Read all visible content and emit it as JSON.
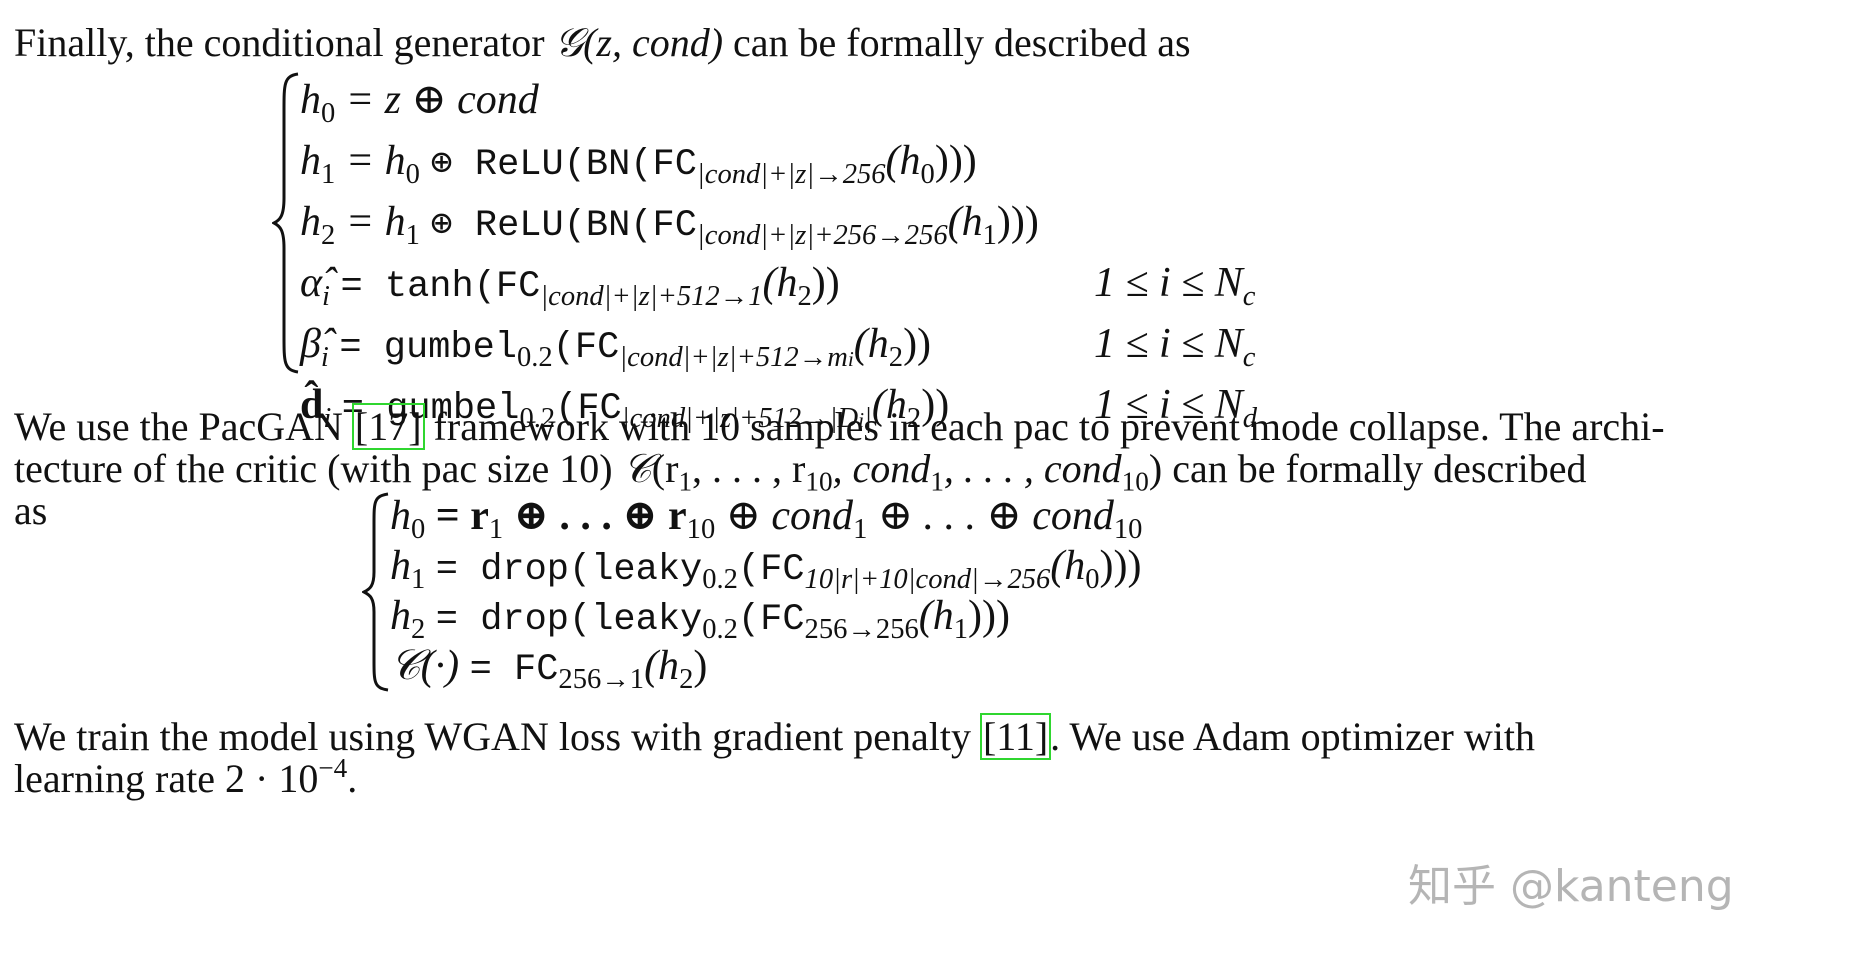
{
  "para1": {
    "text_before": "Finally, the conditional generator",
    "gen_symbol": "𝒢",
    "gen_args": "(z, cond)",
    "text_after": "can be formally described as"
  },
  "generator_equations": [
    {
      "lhs": "h",
      "lhs_sub": "0",
      "rhs": "= z ⊕ cond",
      "cond": ""
    },
    {
      "lhs": "h",
      "lhs_sub": "1",
      "rhs_pre": "= h",
      "rhs_pre_sub": "0",
      "func": "⊕ ReLU(BN(FC",
      "fc_sub": "|cond|+|z|→256",
      "tail": "(h",
      "tail_sub": "0",
      "tail_end": ")))",
      "cond": ""
    },
    {
      "lhs": "h",
      "lhs_sub": "2",
      "rhs_pre": "= h",
      "rhs_pre_sub": "1",
      "func": "⊕ ReLU(BN(FC",
      "fc_sub": "|cond|+|z|+256→256",
      "tail": "(h",
      "tail_sub": "1",
      "tail_end": ")))",
      "cond": ""
    },
    {
      "lhs": "α̂",
      "lhs_sub": "i",
      "func": "= tanh(FC",
      "fc_sub": "|cond|+|z|+512→1",
      "tail": "(h",
      "tail_sub": "2",
      "tail_end": "))",
      "cond": "1 ≤ i ≤ N",
      "cond_sub": "c"
    },
    {
      "lhs": "β̂",
      "lhs_sub": "i",
      "func": "= gumbel",
      "func_sub": "0.2",
      "func2": "(FC",
      "fc_sub": "|cond|+|z|+512→m",
      "fc_sub_sub": "i",
      "tail": "(h",
      "tail_sub": "2",
      "tail_end": "))",
      "cond": "1 ≤ i ≤ N",
      "cond_sub": "c"
    },
    {
      "lhs": "d̂",
      "lhs_sub": "i",
      "func": "= gumbel",
      "func_sub": "0.2",
      "func2": "(FC",
      "fc_sub": "|cond|+|z|+512→|D",
      "fc_sub_sub": "i",
      "fc_sub_end": "|",
      "tail": "(h",
      "tail_sub": "2",
      "tail_end": "))",
      "cond": "1 ≤ i ≤ N",
      "cond_sub": "d"
    }
  ],
  "para2": {
    "line1_a": "We use the PacGAN",
    "cite": "[17]",
    "line1_b": "framework with 10 samples in each pac to prevent mode collapse. The archi-",
    "line2_a": "tecture of the critic (with pac size 10)",
    "critic_symbol": "𝒞",
    "critic_args_a": "(r",
    "critic_args_b": ", . . . , r",
    "critic_args_c": ", cond",
    "critic_args_d": ", . . . , cond",
    "critic_args_e": ")",
    "sub_1": "1",
    "sub_10": "10",
    "line2_b": "can be formally described",
    "line3": "as"
  },
  "critic_equations": [
    {
      "lhs": "h",
      "lhs_sub": "0",
      "r1": "= r",
      "r1_sub": "1",
      "mid": "⊕ . . . ⊕ r",
      "mid_sub": "10",
      "c1": "⊕ cond",
      "c1_sub": "1",
      "c2": "⊕ . . . ⊕ cond",
      "c2_sub": "10"
    },
    {
      "lhs": "h",
      "lhs_sub": "1",
      "func": "= drop(leaky",
      "func_sub": "0.2",
      "func2": "(FC",
      "fc_sub": "10|r|+10|cond|→256",
      "tail": "(h",
      "tail_sub": "0",
      "tail_end": ")))"
    },
    {
      "lhs": "h",
      "lhs_sub": "2",
      "func": "= drop(leaky",
      "func_sub": "0.2",
      "func2": "(FC",
      "fc_sub": "256→256",
      "tail": "(h",
      "tail_sub": "1",
      "tail_end": ")))"
    },
    {
      "lhs": "𝒞(·)",
      "func": "= FC",
      "fc_sub": "256→1",
      "tail": "(h",
      "tail_sub": "2",
      "tail_end": ")"
    }
  ],
  "para3": {
    "line1_a": "We train the model using WGAN loss with gradient penalty",
    "cite": "[11]",
    "line1_b": ". We use Adam optimizer with",
    "line2_a": "learning rate 2 · 10",
    "exp": "−4",
    "line2_b": "."
  },
  "watermark": "知乎 @kanteng"
}
